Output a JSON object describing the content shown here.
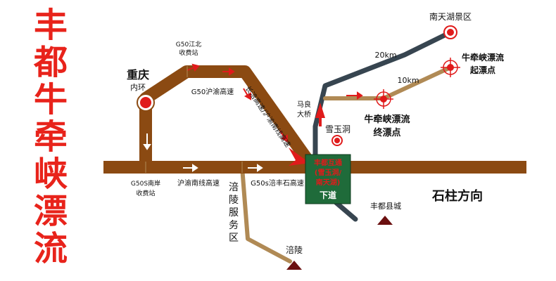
{
  "side_title": [
    "丰",
    "都",
    "牛",
    "牵",
    "峡",
    "漂",
    "流"
  ],
  "places": {
    "chongqing": "重庆",
    "chongqing_sub": "内环",
    "jiangbei_toll_1": "G50江北",
    "jiangbei_toll_2": "收费站",
    "nanan_toll_1": "G50S南岸",
    "nanan_toll_2": "收费站",
    "maliang_bridge_1": "马良",
    "maliang_bridge_2": "大桥",
    "xueyudong": "雪玉洞",
    "nantian_lake": "南天湖景区",
    "start_point_1": "牛牵峡漂流",
    "start_point_2": "起漂点",
    "end_point_1": "牛牵峡漂流",
    "end_point_2": "终漂点",
    "fuling": "涪陵",
    "fuling_service": [
      "涪",
      "陵",
      "服",
      "务",
      "区"
    ],
    "fengdu_county": "丰都县城",
    "shizhu": "石柱方向"
  },
  "roads": {
    "g50_huyu": "G50沪渝高速",
    "changfu_huyu_nanxian": "长涪高速/沪渝南线高速",
    "huyu_nanxian": "沪渝南线高速",
    "g50s_fufengshi": "G50s涪丰石高速"
  },
  "distances": {
    "d20": "20km",
    "d10": "10km"
  },
  "exit_box": {
    "line1": "丰都互通",
    "line2": "(雪玉洞/",
    "line3": "南天湖)",
    "line4": "下道"
  },
  "colors": {
    "title_red": "#e8231b",
    "highway_brown": "#8b4a12",
    "secondary_road": "#b08a55",
    "dark_road": "#374550",
    "exit_green": "#1f6b3a",
    "marker_red": "#e01b1b"
  }
}
